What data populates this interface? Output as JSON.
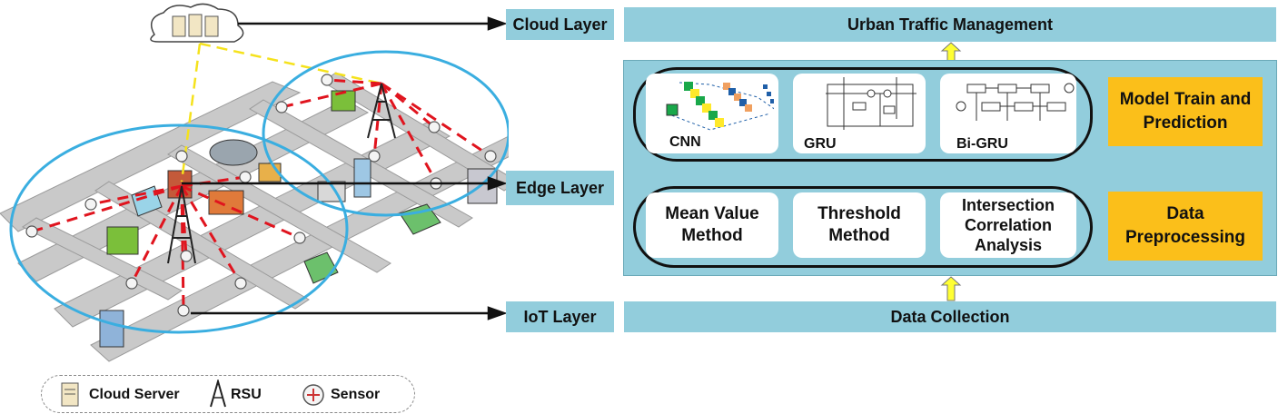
{
  "layers": {
    "cloud": "Cloud Layer",
    "edge": "Edge Layer",
    "iot": "IoT Layer"
  },
  "top_bar": "Urban Traffic Management",
  "bottom_bar": "Data Collection",
  "models": {
    "cnn": "CNN",
    "gru": "GRU",
    "bigru": "Bi-GRU",
    "section_label": "Model Train and Prediction"
  },
  "preprocessing": {
    "mean": "Mean Value Method",
    "threshold": "Threshold Method",
    "intersection": "Intersection Correlation Analysis",
    "section_label": "Data Preprocessing"
  },
  "legend": {
    "cloud_server": "Cloud Server",
    "rsu": "RSU",
    "sensor": "Sensor"
  },
  "colors": {
    "layer_fill": "#92cddc",
    "section_fill": "#fbbf1a",
    "edge_circle": "#3aaee0",
    "link_dash": "#e0141e",
    "cloud_link": "#f5e21c",
    "arrow_up": "#ffff33"
  }
}
